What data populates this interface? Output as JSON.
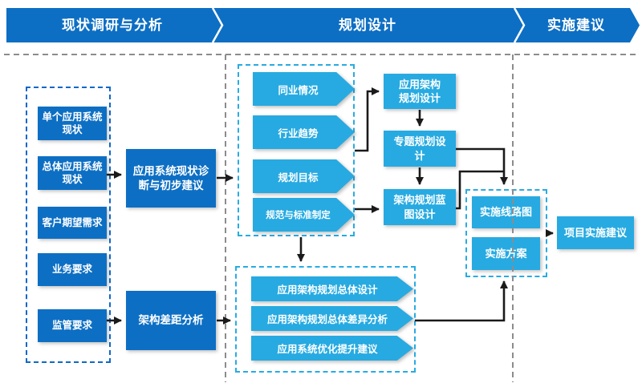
{
  "header": {
    "phases": [
      {
        "label": "现状调研与分析"
      },
      {
        "label": "规划设计"
      },
      {
        "label": "实施建议"
      }
    ]
  },
  "phase1": {
    "input_items": [
      {
        "label": "单个应用系统\n现状"
      },
      {
        "label": "总体应用系统\n现状"
      },
      {
        "label": "客户期望需求"
      },
      {
        "label": "业务要求"
      },
      {
        "label": "监管要求"
      }
    ],
    "diagnosis_label": "应用系统现状诊\n断与初步建议",
    "gap_label": "架构差距分析"
  },
  "phase2": {
    "research_items": [
      {
        "label": "同业情况"
      },
      {
        "label": "行业趋势"
      },
      {
        "label": "规划目标"
      },
      {
        "label": "规范与标准制定"
      }
    ],
    "design_steps": [
      {
        "label": "应用架构\n规划设计"
      },
      {
        "label": "专题规划设\n计"
      },
      {
        "label": "架构规划蓝\n图设计"
      }
    ],
    "overall_items": [
      {
        "label": "应用架构规划总体设计"
      },
      {
        "label": "应用架构规划总体差异分析"
      },
      {
        "label": "应用系统优化提升建议"
      }
    ],
    "impl_items": [
      {
        "label": "实施线路图"
      },
      {
        "label": "实施方案"
      }
    ]
  },
  "phase3": {
    "final_label": "项目实施建议"
  },
  "colors": {
    "primary_blue": "#0d6fc4",
    "cyan": "#27aae1",
    "dark_blue_dash": "#1068c8",
    "divider_gray": "#8c8c8c",
    "connector_black": "#1a1a1a"
  }
}
